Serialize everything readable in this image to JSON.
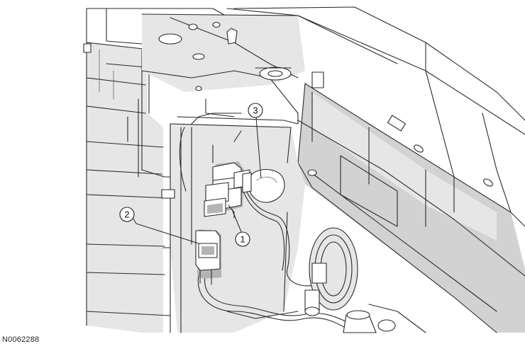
{
  "figure": {
    "id": "N0062288"
  },
  "callouts": [
    {
      "label": "1",
      "target": "bulb-socket-connector"
    },
    {
      "label": "2",
      "target": "wiring-harness-connector"
    },
    {
      "label": "3",
      "target": "bulb"
    }
  ]
}
